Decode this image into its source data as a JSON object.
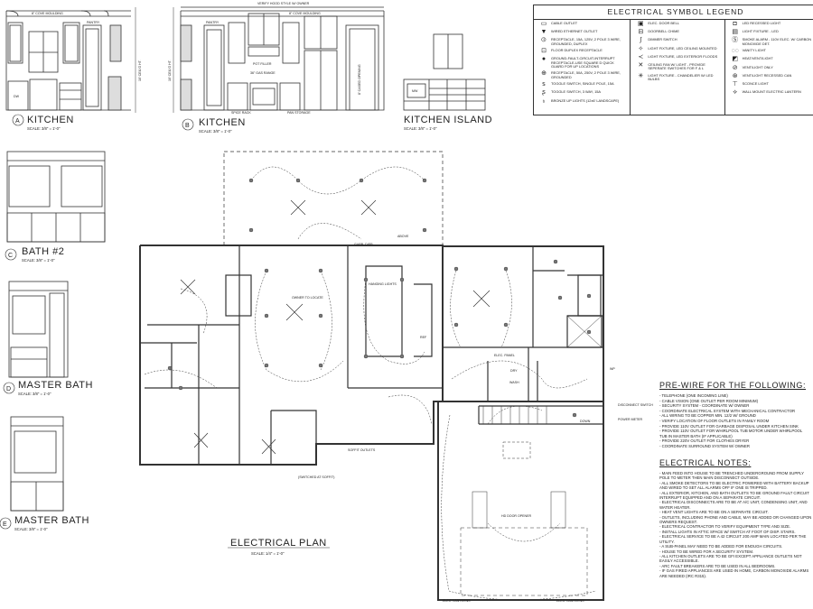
{
  "elevations": {
    "kitchen_a": {
      "marker": "A",
      "title": "KITCHEN",
      "scale": "SCALE: 3/8\" = 1'-0\"",
      "labels": {
        "molding": "8\" COVE MOULDING",
        "pantry": "PANTRY",
        "dw": "DW",
        "height": "10' CEIL'G HT."
      }
    },
    "kitchen_b": {
      "marker": "B",
      "title": "KITCHEN",
      "scale": "SCALE: 3/8\" = 1'-0\"",
      "labels": {
        "hood": "VERIFY HOOD STYLE W/ OWNER",
        "molding": "8\" COVE MOULDING",
        "pantry": "PANTRY",
        "pot_filler": "POT FILLER",
        "range": "36\" GAS RANGE",
        "spice": "SPICE RACK",
        "pan": "PAN STORAGE",
        "opening": "8' CASED OPENING",
        "height": "10' CEIL'G HT."
      }
    },
    "island": {
      "title": "KITCHEN ISLAND",
      "scale": "SCALE: 3/8\" = 1'-0\"",
      "labels": {
        "mw": "MW"
      }
    },
    "bath2": {
      "marker": "C",
      "title": "BATH #2",
      "scale": "SCALE: 3/8\" = 1'-0\""
    },
    "master_bath_d": {
      "marker": "D",
      "title": "MASTER BATH",
      "scale": "SCALE: 3/8\" = 1'-0\""
    },
    "master_bath_e": {
      "marker": "E",
      "title": "MASTER BATH",
      "scale": "SCALE: 3/8\" = 1'-0\""
    }
  },
  "legend": {
    "title": "ELECTRICAL SYMBOL LEGEND",
    "columns": [
      [
        {
          "icon": "cable-outlet",
          "label": "CABLE OUTLET"
        },
        {
          "icon": "ethernet-outlet",
          "label": "WIRED ETHERNET OUTLET"
        },
        {
          "icon": "duplex-receptacle",
          "label": "RECEPTACLE, 15A, 125V, 2 POLE 3 WIRE, GROUNDED, DUPLEX"
        },
        {
          "icon": "floor-receptacle",
          "label": "FLOOR DUPLEX RECEPTACLE"
        },
        {
          "icon": "gfci-receptacle",
          "label": "GROUND-FAULT-CIRCUIT-INTERRUPT RECEPTACLE-USE SQUARE D QUICK GUARD FOR UP LOCATIONS"
        },
        {
          "icon": "220v-receptacle",
          "label": "RECEPTACLE, 50A, 250V, 2 POLE 3 WIRE, GROUNDED"
        },
        {
          "icon": "single-pole-switch",
          "label": "TOGGLE SWITCH, SINGLE POLE, 15A"
        },
        {
          "icon": "three-way-switch",
          "label": "TOGGLE SWITCH, 3 WAY, 15A"
        },
        {
          "icon": "up-light",
          "label": "BRONZE UP LIGHTS (12x6' LANDSCAPE)"
        }
      ],
      [
        {
          "icon": "door-bell",
          "label": "ELEC. DOOR BELL"
        },
        {
          "icon": "door-chime",
          "label": "DOORBELL CHIME"
        },
        {
          "icon": "dimmer-switch",
          "label": "DIMMER SWITCH"
        },
        {
          "icon": "ceiling-light",
          "label": "LIGHT FIXTURE, LED CEILING MOUNTED"
        },
        {
          "icon": "flood-light",
          "label": "LIGHT FIXTURE, LED EXTERIOR FLOODS"
        },
        {
          "icon": "ceiling-fan",
          "label": "CEILING FAN W/ LIGHT - PROVIDE SEPERATE SWITCHES FOR F & L"
        },
        {
          "icon": "chandelier",
          "label": "LIGHT FIXTURE - CHANDELIER W/ LED BULBS"
        }
      ],
      [
        {
          "icon": "recessed-light",
          "label": "LED RECESSED LIGHT"
        },
        {
          "icon": "led-fixture",
          "label": "LIGHT FIXTURE - LED"
        },
        {
          "icon": "smoke-alarm",
          "label": "SMOKE ALARM - 110V ELEC. W/ CARBON MONOXIDE DET."
        },
        {
          "icon": "vanity-light",
          "label": "VANITY LIGHT"
        },
        {
          "icon": "heat-vent-light",
          "label": "HEAT/VENT/LIGHT"
        },
        {
          "icon": "vent-light",
          "label": "VENT/LIGHT ONLY"
        },
        {
          "icon": "vent-recessed-can",
          "label": "VENT/LIGHT RECESSED CAN"
        },
        {
          "icon": "sconce",
          "label": "SCONCE LIGHT"
        },
        {
          "icon": "wall-lantern",
          "label": "WALL MOUNT ELECTRIC LANTERN"
        }
      ]
    ]
  },
  "plan": {
    "title": "ELECTRICAL PLAN",
    "scale": "SCALE: 1/4\" = 1'-0\"",
    "labels": {
      "garb": "GARB. DISP.",
      "above": "ABOVE",
      "owner": "OWNER TO LOCATE",
      "hanging": "HANGING LIGHTS",
      "ref": "REF",
      "panel": "ELEC. PANEL",
      "dry": "DRY",
      "wash": "WASH",
      "down": "DOWN",
      "soffit": "SOFFIT OUTLETS",
      "switched": "(SWITCHED AT SOFFIT)",
      "door_opener": "HD DOOR OPENER",
      "lantern_l": "ELEC. LANTERNS",
      "lantern_r": "ELEC. LANTERNS",
      "disconnect": "DISCONNECT SWITCH",
      "meter": "POWER METER",
      "wp": "WP"
    }
  },
  "prewire": {
    "title": "PRE-WIRE FOR THE FOLLOWING:",
    "items": [
      "- TELEPHONE (ONE INCOMING LINE)",
      "- CABLE VISION (ONE OUTLET PER ROOM MINIMUM)",
      "- SECURITY SYSTEM - COORDINATE W/ OWNER",
      "- COORDINATE ELECTRICAL SYSTEM WITH MECHANICAL CONTRACTOR",
      "- ALL WIRING TO BE COPPER MIN. 12/2 W/ GROUND",
      "- VERIFY LOCATION OF FLOOR OUTLETS IN FAMILY ROOM",
      "- PROVIDE 110V OUTLET FOR GARBAGE DISPOSAL UNDER KITCHEN SINK",
      "- PROVIDE 110V OUTLET FOR WHIRLPOOL TUB MOTOR UNDER WHIRLPOOL",
      "  TUB IN MASTER BATH (IF APPLICABLE)",
      "- PROVIDE 220V OUTLET FOR CLOTHES DRYER",
      "- COORDINATE SURROUND SYSTEM W/ OWNER"
    ]
  },
  "electrical_notes": {
    "title": "ELECTRICAL NOTES:",
    "items": [
      "- MAIN FEED INTO HOUSE TO BE TRENCHED UNDERGROUND FROM SUPPLY POLE TO METER THEN MAIN DISCONNECT OUTSIDE.",
      "- ALL SMOKE DETECTORS TO BE ELECTRIC POWERED WITH BATTERY BACKUP AND WIRED TO SET ALL ALARMS OFF IF ONE IS TRIPPED.",
      "- ALL EXTERIOR, KITCHEN, AND BATH OUTLETS TO BE GROUND FAULT CIRCUIT INTERRUPT EQUIPPED AND ON A SEPARATE CIRCUIT.",
      "- ELECTRICAL DISCONNECTS ARE TO BE AT A/C UNIT, CONDENSING UNIT, AND WATER HEATER.",
      "- HEAT VENT LIGHTS ARE TO BE ON A SEPARATE CIRCUIT.",
      "- OUTLETS, INCLUDING PHONE AND CABLE, MAY BE ADDED OR CHANGED UPON OWNERS REQUEST.",
      "- ELECTRICAL CONTRACTOR TO VERIFY EQUIPMENT TYPE AND SIZE.",
      "- INSTALL LIGHTS IN ATTIC SPACE W/ SWITCH AT FOOT OF DISP. STAIRS.",
      "- ELECTRICAL SERVICE TO BE A 42 CIRCUIT 200 AMP MAIN LOCATED PER THE UTILITY.",
      "- A SUB-PANEL MAY NEED TO BE ADDED FOR ENOUGH CIRCUITS.",
      "- HOUSE TO BE WIRED FOR A SECURITY SYSTEM.",
      "- ALL KITCHEN OUTLETS ARE TO BE GFI EXCEPT APPLIANCE OUTLETS NOT EASILY ACCESSIBLE.",
      "- ARC FAULT BREAKERS ARE TO BE USED IN ALL BEDROOMS.",
      "- IF GAS FIRED APPLIANCES ARE USED IN HOME, CARBON MONOXIDE ALARMS ARE NEEDED (IRC R315)."
    ]
  }
}
